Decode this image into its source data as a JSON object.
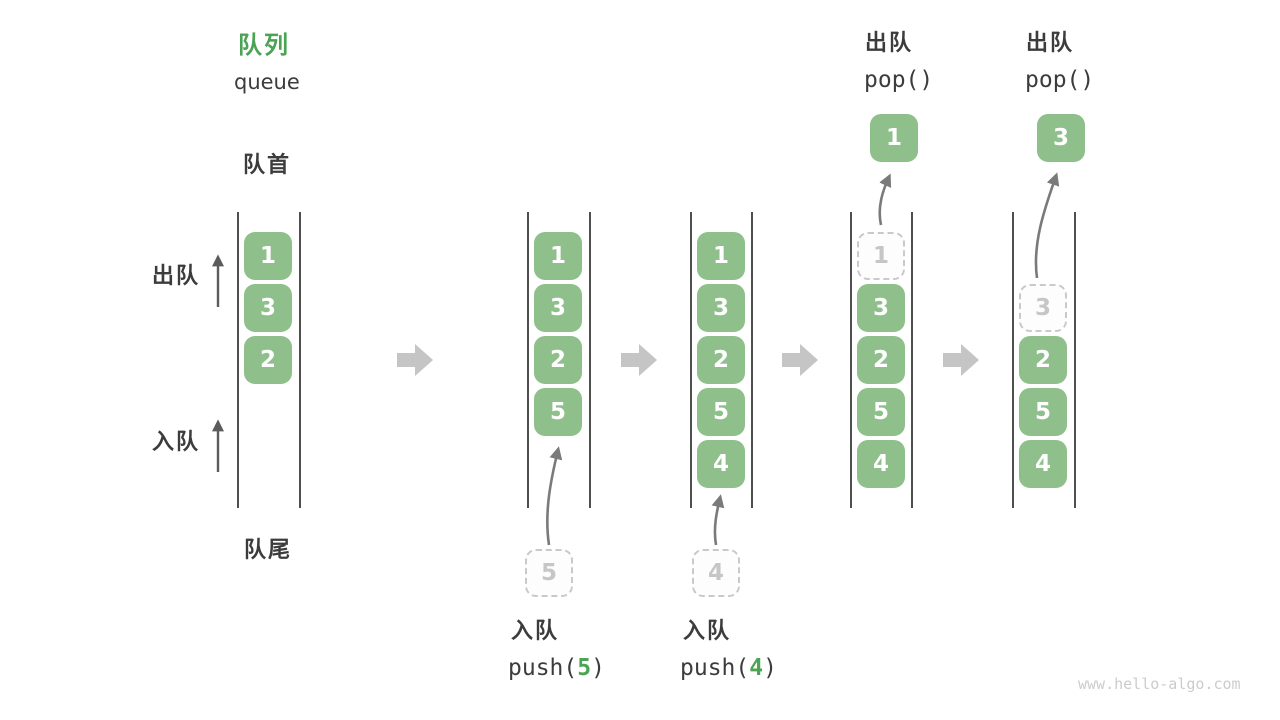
{
  "title": {
    "zh": "队列",
    "en": "queue"
  },
  "labels": {
    "front": "队首",
    "rear": "队尾",
    "dequeue_side": "出队",
    "enqueue_side": "入队"
  },
  "columns": [
    {
      "cells": [
        "1",
        "3",
        "2"
      ]
    },
    {
      "cells": [
        "1",
        "3",
        "2",
        "5"
      ],
      "pending": "5",
      "op_zh": "入队",
      "op_pre": "push(",
      "op_arg": "5",
      "op_post": ")"
    },
    {
      "cells": [
        "1",
        "3",
        "2",
        "5",
        "4"
      ],
      "pending": "4",
      "op_zh": "入队",
      "op_pre": "push(",
      "op_arg": "4",
      "op_post": ")"
    },
    {
      "cells": [
        "3",
        "2",
        "5",
        "4"
      ],
      "removed": "1",
      "popped": "1",
      "op_zh": "出队",
      "op_code": "pop()"
    },
    {
      "cells": [
        "2",
        "5",
        "4"
      ],
      "removed": "3",
      "popped": "3",
      "op_zh": "出队",
      "op_code": "pop()"
    }
  ],
  "watermark": "www.hello-algo.com",
  "colors": {
    "cell_green": "#8FC08B",
    "accent_green_text": "#4AA454",
    "dark_text": "#3C3C3C",
    "block_arrow_gray": "#C5C5C5",
    "thin_arrow_gray": "#7A7A7A",
    "side_arrow_dark": "#5C5C5C",
    "ghost_gray": "#C9C9C9",
    "wall_gray": "#4F4F4F",
    "watermark_gray": "#CCCCCC"
  }
}
